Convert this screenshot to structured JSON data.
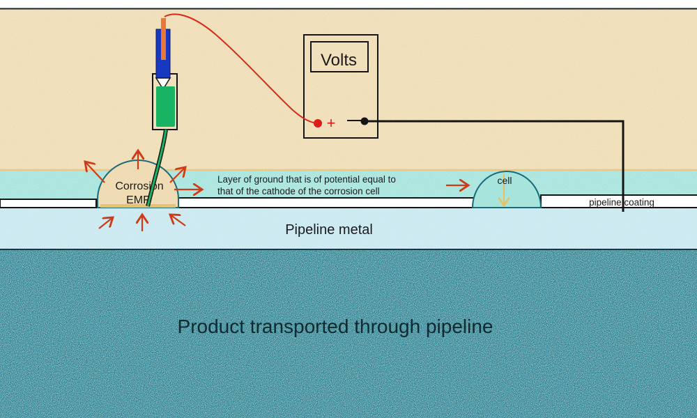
{
  "diagram": {
    "meter": {
      "title": "Volts",
      "positive_symbol": "+"
    },
    "labels": {
      "corrosion_line1": "Corrosion",
      "corrosion_line2": "EMF",
      "ground_layer_line1": "Layer of ground that is of potential equal to",
      "ground_layer_line2": "that of the cathode of the corrosion cell",
      "cell": "cell",
      "coating": "pipeline coating",
      "metal": "Pipeline metal",
      "product": "Product transported through pipeline"
    },
    "colors": {
      "soil": "#efdcb4",
      "ground_layer": "#a6e4dc",
      "pipeline_metal": "#c8e8ef",
      "product": "#1e7a8a",
      "arrow": "#d03a14",
      "probe_body": "#18b464",
      "probe_tip": "#1838c0",
      "probe_wire": "#e87838",
      "red_wire": "#d82818",
      "cell_outline": "#1a6a7a",
      "cell_arrow": "#e8c060"
    }
  }
}
